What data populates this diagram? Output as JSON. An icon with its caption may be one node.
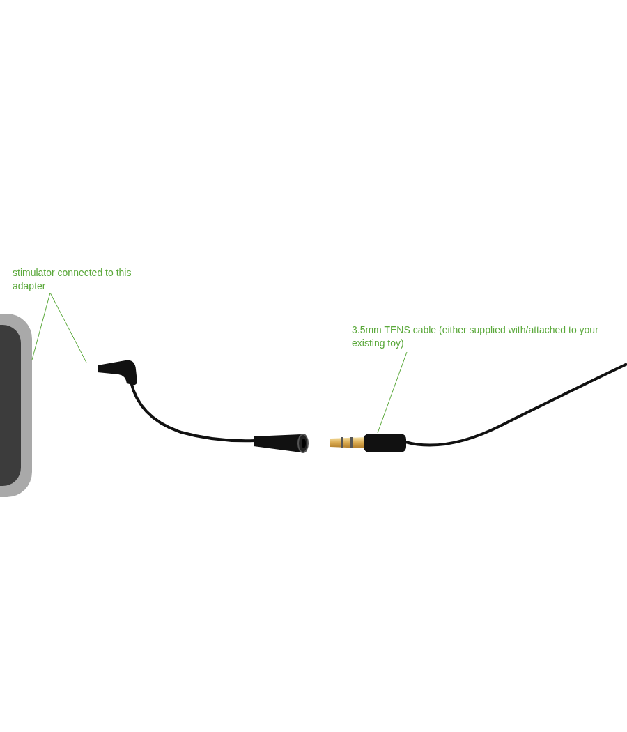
{
  "diagram": {
    "nodes": [
      {
        "text": [
          "stimulator connected to this adapter"
        ]
      },
      {
        "text": [],
        "shape": "box"
      },
      {
        "text": [],
        "shape": "picture"
      },
      {
        "text": [
          "3.5mm TENS cable (either supplied with/attached to your existing toy)"
        ]
      },
      {
        "text": [],
        "shape": "picture"
      }
    ],
    "edges": [
      {
        "from": 0,
        "to": 1,
        "arrow": "none"
      },
      {
        "from": 0,
        "to": 2,
        "arrow": "none"
      },
      {
        "from": 3,
        "to": 4,
        "arrow": "none"
      }
    ]
  }
}
